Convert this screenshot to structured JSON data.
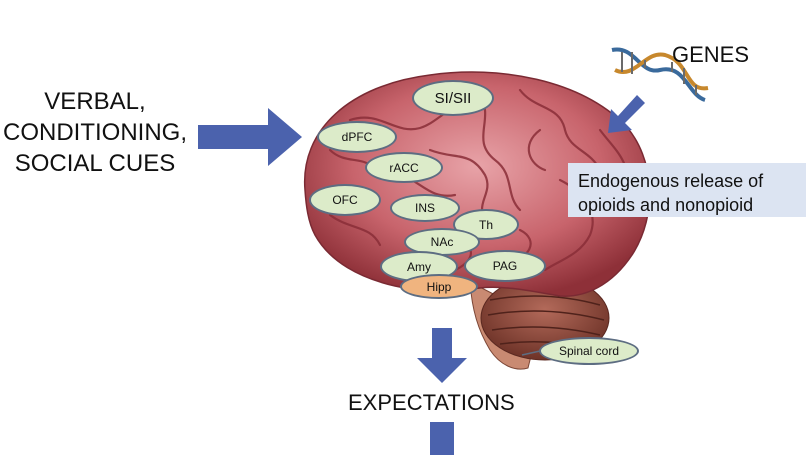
{
  "left_cue": [
    "VERBAL,",
    "CONDITIONING,",
    "SOCIAL CUES"
  ],
  "genes_label": "GENES",
  "release_label": [
    "Endogenous release of",
    "opioids and nonopioid"
  ],
  "outcome_label": "EXPECTATIONS",
  "icons": {
    "dna": "dna-helix-icon",
    "brain": "brain-illustration"
  },
  "colors": {
    "arrow": "#4b62ad",
    "region_fill": "#dcebc9",
    "region_border": "#5d6d82",
    "hipp_fill": "#f0b47f",
    "release_box": "#dce4f2"
  },
  "regions": {
    "sisii": "SI/SII",
    "dpfc": "dPFC",
    "racc": "rACC",
    "ofc": "OFC",
    "ins": "INS",
    "th": "Th",
    "nac": "NAc",
    "amy": "Amy",
    "pag": "PAG",
    "hipp": "Hipp",
    "spinal": "Spinal cord"
  }
}
